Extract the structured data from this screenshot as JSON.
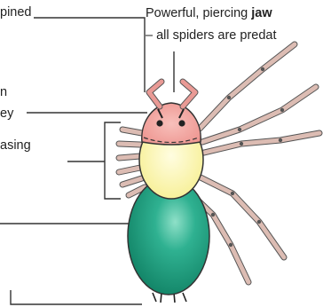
{
  "labels": {
    "segment_top": "pined",
    "jaws_line1_prefix": "Powerful, piercing ",
    "jaws_line1_bold": "jaw",
    "jaws_line2": "– all spiders are predat",
    "eyes_line1": "n",
    "eyes_line2": "ey",
    "legs_label": "asing"
  },
  "colors": {
    "head": "#f0a3a0",
    "thorax": "#fbf6a8",
    "abdomen": "#1a9d7e",
    "legs": "#dcbcb3",
    "outline": "#333333"
  }
}
